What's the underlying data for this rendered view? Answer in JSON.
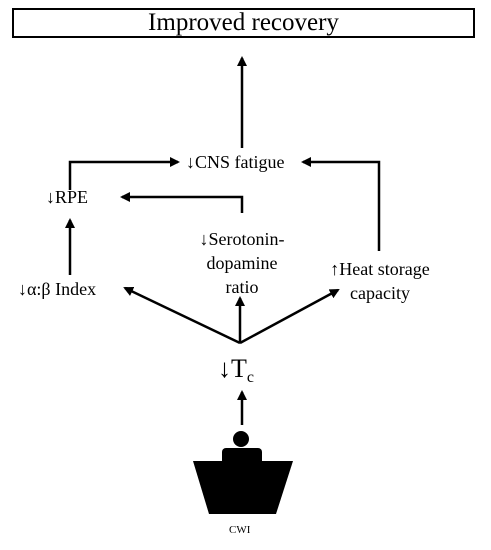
{
  "diagram": {
    "title": "Improved recovery",
    "nodes": {
      "cns_fatigue": "↓CNS fatigue",
      "rpe": "↓RPE",
      "serotonin_line1": "↓Serotonin-",
      "serotonin_line2": "dopamine",
      "serotonin_line3": "ratio",
      "heat_line1": "↑Heat storage",
      "heat_line2": "capacity",
      "alpha_beta": "↓α:β Index",
      "core_temp_arrow": "↓T",
      "core_temp_sub": "c",
      "cwi": "CWI"
    },
    "colors": {
      "line": "#000000",
      "text": "#000000",
      "background": "#ffffff"
    },
    "icons": [
      "person-in-tub-icon"
    ]
  }
}
